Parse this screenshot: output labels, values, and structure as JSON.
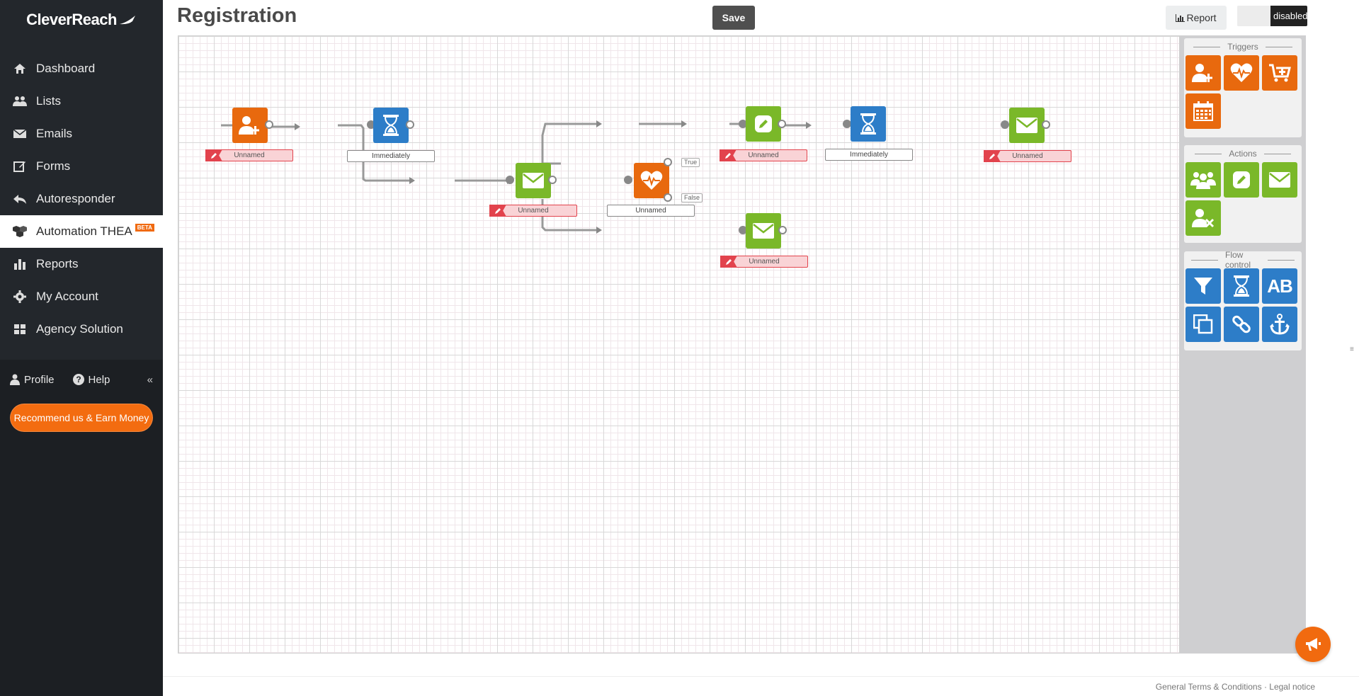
{
  "app": {
    "logo": "CleverReach"
  },
  "nav": {
    "items": [
      {
        "label": "Dashboard",
        "icon": "home-icon"
      },
      {
        "label": "Lists",
        "icon": "users-icon"
      },
      {
        "label": "Emails",
        "icon": "envelope-icon"
      },
      {
        "label": "Forms",
        "icon": "edit-icon"
      },
      {
        "label": "Autoresponder",
        "icon": "reply-icon"
      },
      {
        "label": "Automation THEA",
        "icon": "cubes-icon",
        "badge": "BETA",
        "active": true
      },
      {
        "label": "Reports",
        "icon": "bar-chart-icon"
      },
      {
        "label": "My Account",
        "icon": "gear-icon"
      },
      {
        "label": "Agency Solution",
        "icon": "grid-icon"
      }
    ],
    "profile": "Profile",
    "help": "Help",
    "collapse": "«",
    "recommend": "Recommend us & Earn Money"
  },
  "header": {
    "title": "Registration",
    "save": "Save",
    "report": "Report",
    "toggle": "disabled"
  },
  "flow": {
    "nodes": [
      {
        "id": "trigger",
        "type": "user-add",
        "color": "orange",
        "label": "Unnamed",
        "label_style": "red"
      },
      {
        "id": "wait1",
        "type": "hourglass",
        "color": "blue",
        "label": "Immediately",
        "label_style": "plain"
      },
      {
        "id": "mail1",
        "type": "envelope",
        "color": "green",
        "label": "Unnamed",
        "label_style": "red"
      },
      {
        "id": "condition",
        "type": "heartbeat",
        "color": "orange",
        "label": "Unnamed",
        "label_style": "plain"
      },
      {
        "id": "edit",
        "type": "pencil",
        "color": "green",
        "label": "Unnamed",
        "label_style": "red"
      },
      {
        "id": "wait2",
        "type": "hourglass",
        "color": "blue",
        "label": "Immediately",
        "label_style": "plain"
      },
      {
        "id": "mail2",
        "type": "envelope",
        "color": "green",
        "label": "Unnamed",
        "label_style": "red"
      },
      {
        "id": "mail3",
        "type": "envelope",
        "color": "green",
        "label": "Unnamed",
        "label_style": "red"
      }
    ],
    "branch_true": "True",
    "branch_false": "False"
  },
  "toolbox": {
    "triggers_title": "Triggers",
    "actions_title": "Actions",
    "flow_title": "Flow control",
    "triggers": [
      "user-add-icon",
      "heartbeat-icon",
      "cart-add-icon",
      "calendar-icon"
    ],
    "actions": [
      "group-icon",
      "pencil-icon",
      "envelope-icon",
      "user-remove-icon"
    ],
    "flow_control": [
      "filter-icon",
      "hourglass-icon",
      "ab-test-icon",
      "copy-icon",
      "link-icon",
      "anchor-icon"
    ],
    "ab_label": "AB"
  },
  "footer": {
    "terms": "General Terms & Conditions",
    "sep": "·",
    "legal": "Legal notice"
  }
}
